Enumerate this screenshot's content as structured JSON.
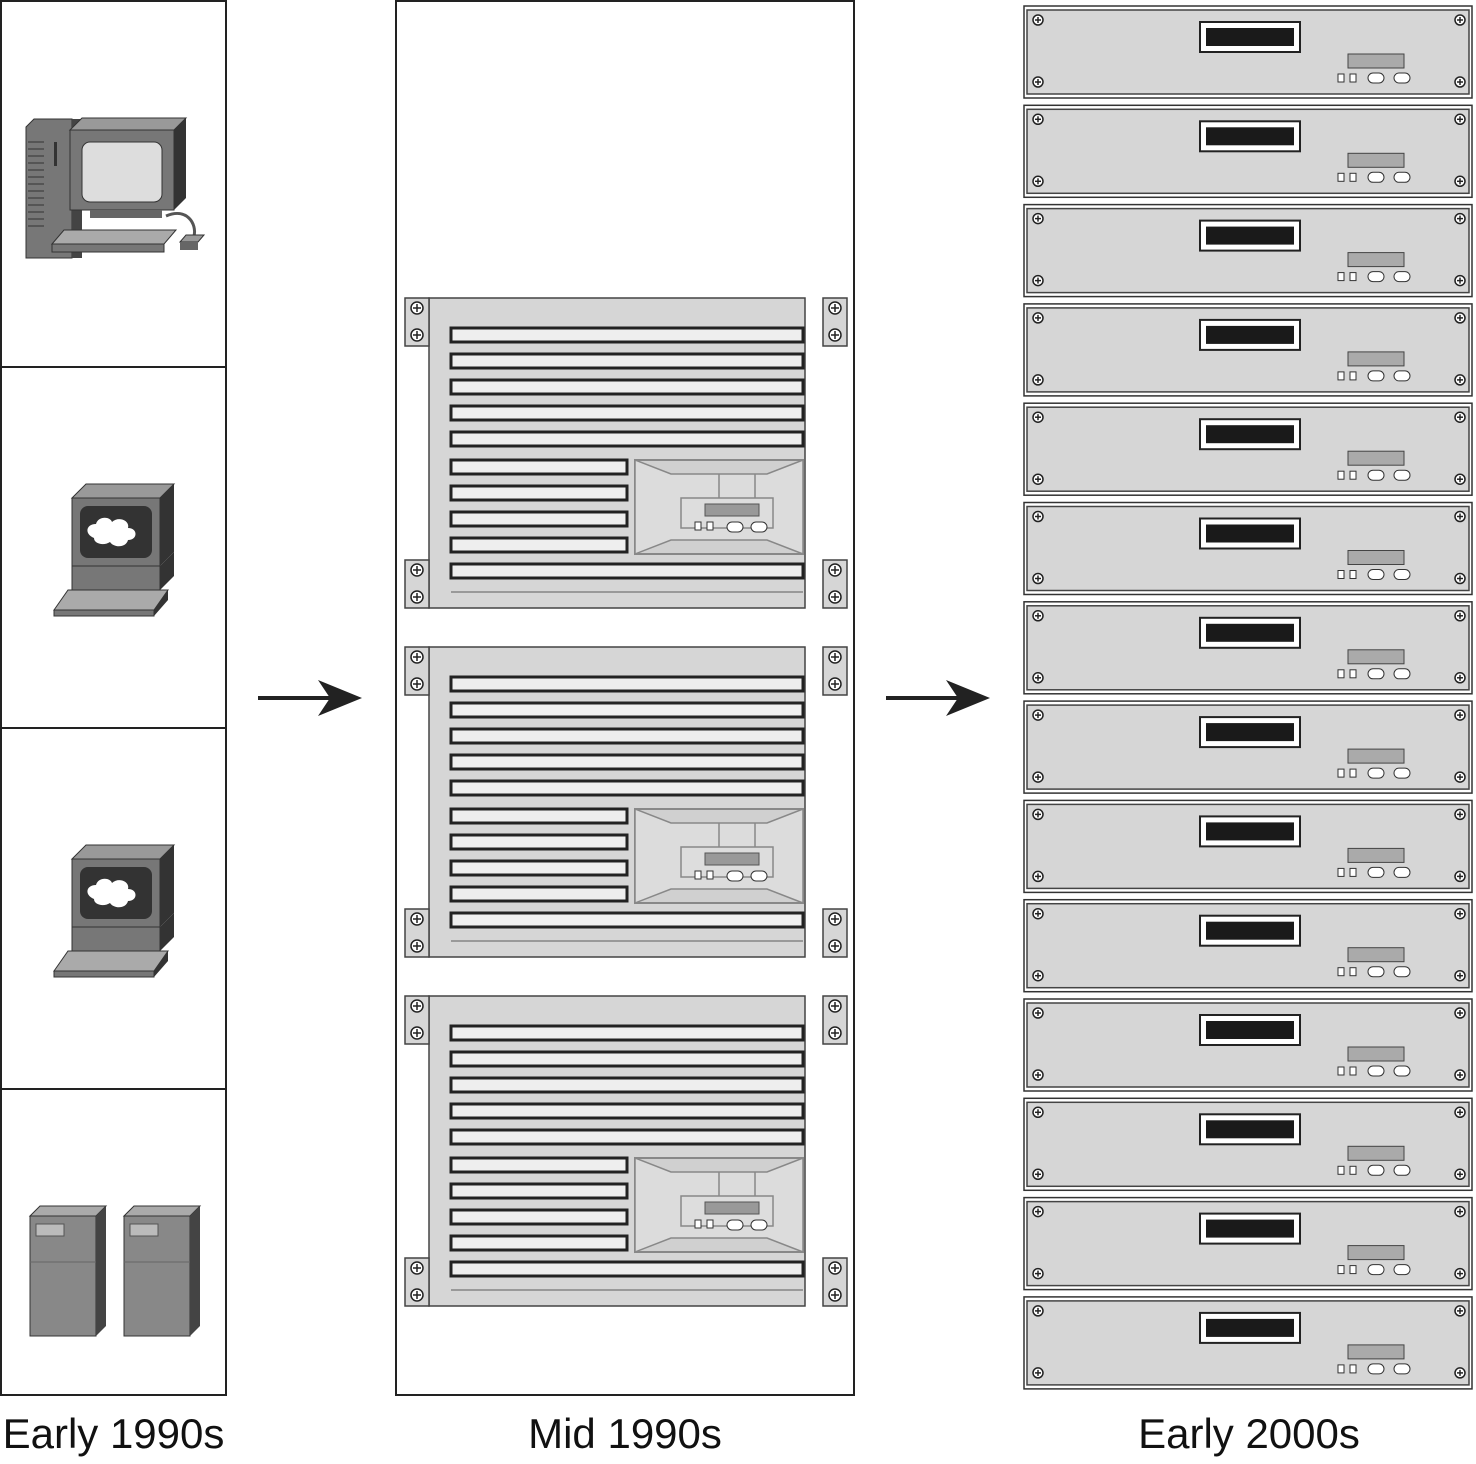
{
  "eras": [
    {
      "label": "Early 1990s",
      "items": [
        "desktop-computer",
        "workstation",
        "workstation",
        "tower-servers"
      ]
    },
    {
      "label": "Mid 1990s",
      "items": [
        "rack-server-large",
        "rack-server-large",
        "rack-server-large"
      ]
    },
    {
      "label": "Early 2000s",
      "items": [
        "rack-server-1u"
      ],
      "unit_count": 14
    }
  ],
  "arrows": [
    "arrow-right",
    "arrow-right"
  ]
}
